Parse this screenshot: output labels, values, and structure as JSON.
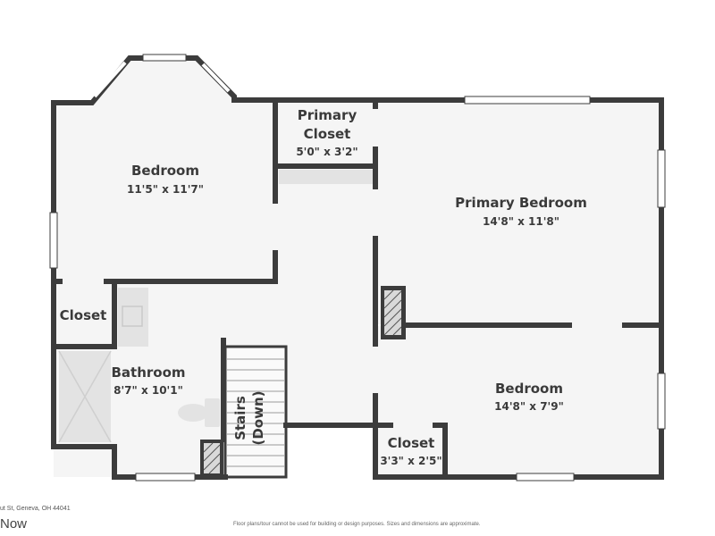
{
  "rooms": {
    "bedroom_nw": {
      "name": "Bedroom",
      "dims": "11'5\" x 11'7\""
    },
    "primary_closet": {
      "name_line1": "Primary",
      "name_line2": "Closet",
      "dims": "5'0\" x 3'2\""
    },
    "primary_bedroom": {
      "name": "Primary Bedroom",
      "dims": "14'8\" x 11'8\""
    },
    "closet_w": {
      "name": "Closet"
    },
    "bathroom": {
      "name": "Bathroom",
      "dims": "8'7\" x 10'1\""
    },
    "stairs": {
      "line1": "Stairs",
      "line2": "(Down)"
    },
    "bedroom_se": {
      "name": "Bedroom",
      "dims": "14'8\" x 7'9\""
    },
    "closet_s": {
      "name": "Closet",
      "dims": "3'3\" x 2'5\""
    }
  },
  "footer": {
    "address": "ut St, Geneva, OH 44041",
    "brand": "Now",
    "disclaimer": "Floor plans/tour cannot be used for building or design purposes. Sizes and dimensions are approximate."
  },
  "colors": {
    "wall": "#3c3c3c",
    "floor": "#f5f5f5",
    "fixture": "#e3e3e3",
    "text": "#3a3a3a"
  }
}
